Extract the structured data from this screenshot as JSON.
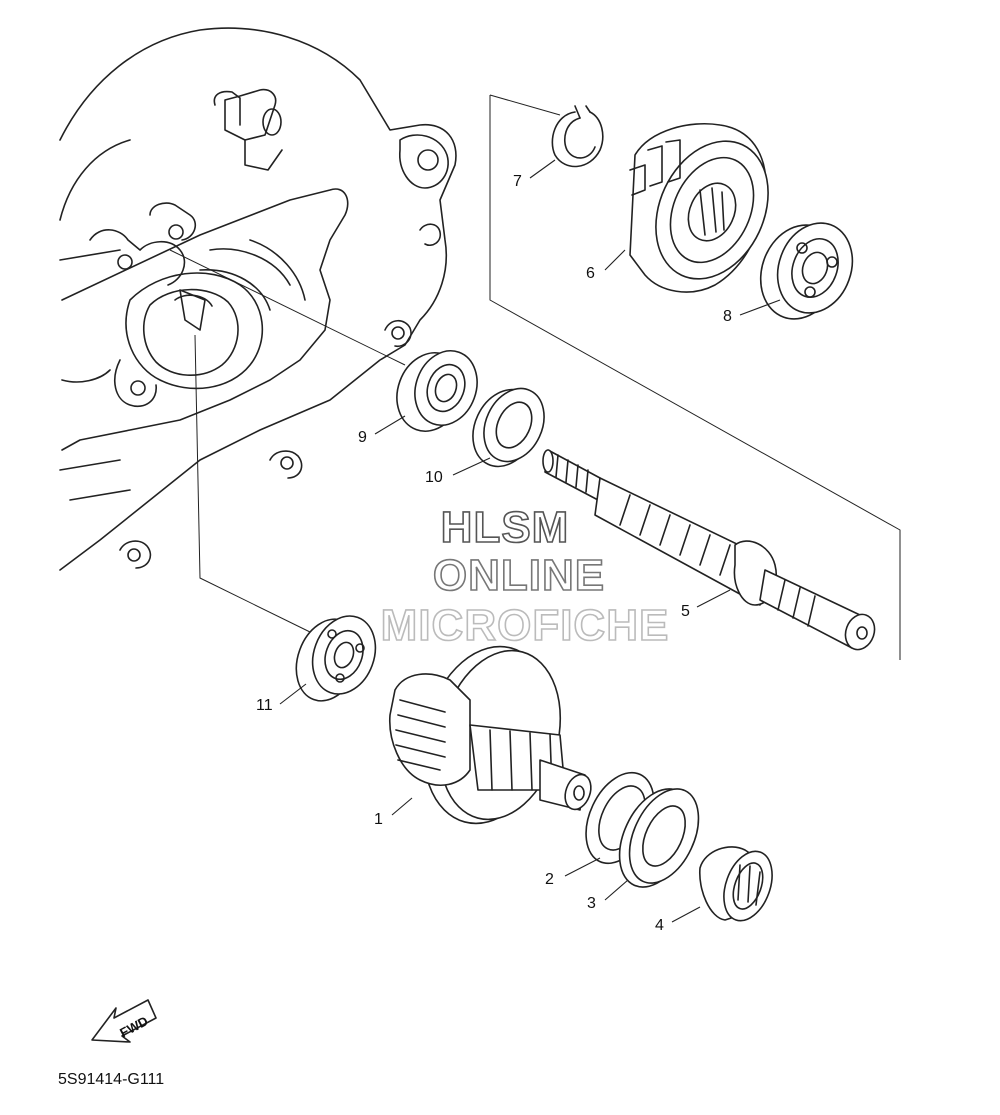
{
  "callouts": [
    {
      "id": "c1",
      "label": "1"
    },
    {
      "id": "c2",
      "label": "2"
    },
    {
      "id": "c3",
      "label": "3"
    },
    {
      "id": "c4",
      "label": "4"
    },
    {
      "id": "c5",
      "label": "5"
    },
    {
      "id": "c6",
      "label": "6"
    },
    {
      "id": "c7",
      "label": "7"
    },
    {
      "id": "c8",
      "label": "8"
    },
    {
      "id": "c9",
      "label": "9"
    },
    {
      "id": "c10",
      "label": "10"
    },
    {
      "id": "c11",
      "label": "11"
    }
  ],
  "watermark": {
    "line1": "HLSM",
    "line2": "ONLINE",
    "line3": "MICROFICHE",
    "color_line1": "#555555",
    "color_line2": "#777777",
    "color_line3": "#bbbbbb"
  },
  "fwd_label": "FWD",
  "diagram_code": "5S91414-G111"
}
